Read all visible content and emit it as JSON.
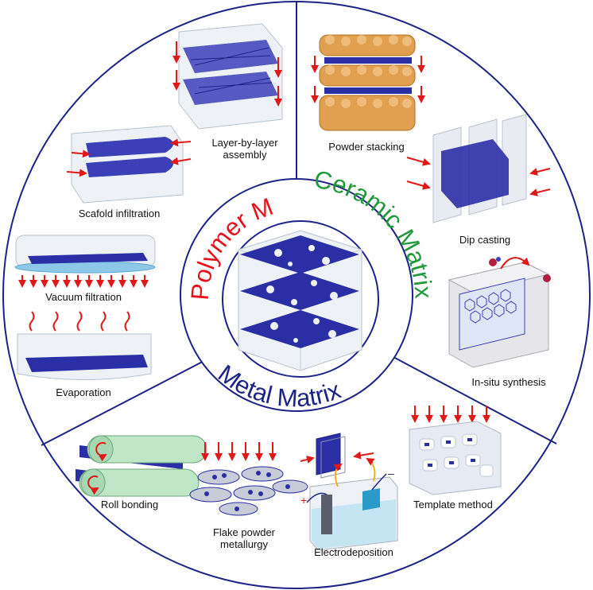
{
  "center": {
    "polymer_title": "Polymer Matrix",
    "ceramic_title": "Ceramic Matrix",
    "metal_title": "Metal Matrix"
  },
  "methods": {
    "layer_by_layer": {
      "line1": "Layer-by-layer",
      "line2": "assembly"
    },
    "scafold_infiltration": "Scafold infiltration",
    "vacuum_filtration": "Vacuum filtration",
    "evaporation": "Evaporation",
    "powder_stacking": "Powder stacking",
    "dip_casting": "Dip casting",
    "in_situ_synthesis": "In-situ synthesis",
    "roll_bonding": "Roll bonding",
    "flake_powder": {
      "line1": "Flake powder",
      "line2": "metallurgy"
    },
    "electrodeposition": "Electrodeposition",
    "template_method": "Template method"
  },
  "colors": {
    "polymer": "#e8101a",
    "ceramic": "#1f9a3a",
    "metal": "#1c2386",
    "flake": "#2b2fa6",
    "arrow": "#e01818",
    "divider": "#1c2386"
  }
}
